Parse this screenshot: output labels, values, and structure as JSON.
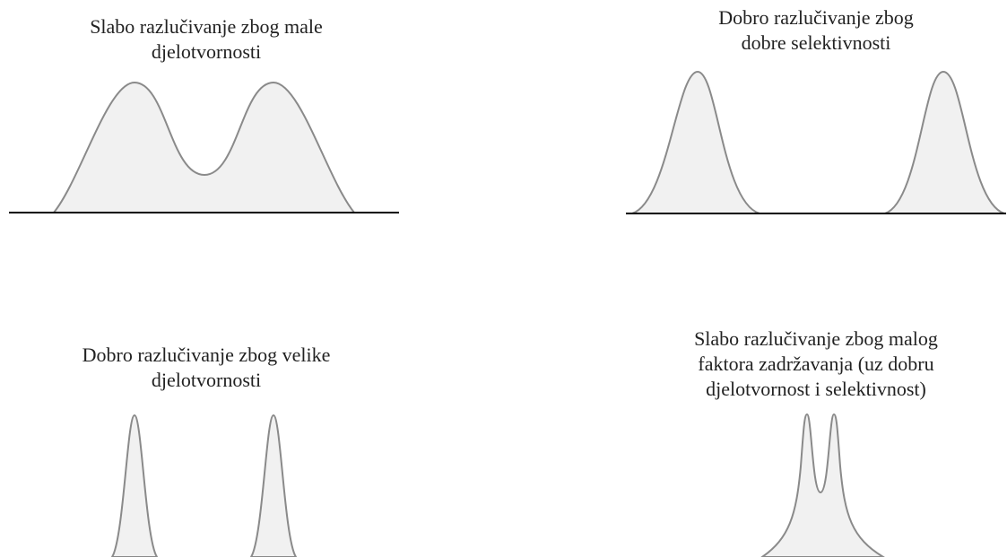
{
  "panels": {
    "top_left": {
      "caption": "Slabo razlučivanje zbog male\ndjelotvornosti"
    },
    "top_right": {
      "caption": "Dobro razlučivanje zbog\ndobre selektivnosti"
    },
    "bottom_left": {
      "caption": "Dobro razlučivanje zbog velike\ndjelotvornosti"
    },
    "bottom_right": {
      "caption": "Slabo razlučivanje zbog malog\nfaktora zadržavanja (uz dobru\ndjelotvornost i selektivnost)"
    }
  },
  "colors": {
    "peak_fill": "#f1f1f1",
    "peak_stroke": "#8a8a8a",
    "baseline": "#000000",
    "text": "#222222"
  }
}
